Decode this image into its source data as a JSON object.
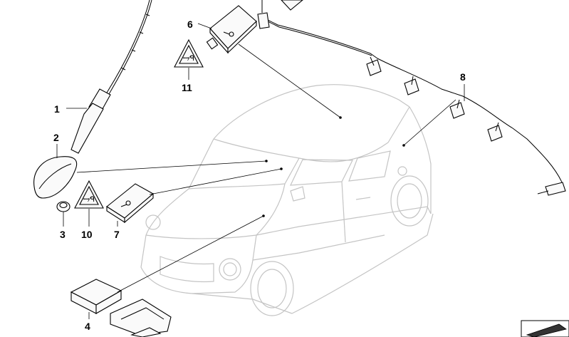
{
  "callouts": [
    {
      "id": "1",
      "label": "1"
    },
    {
      "id": "2",
      "label": "2"
    },
    {
      "id": "3",
      "label": "3"
    },
    {
      "id": "4",
      "label": "4"
    },
    {
      "id": "6",
      "label": "6"
    },
    {
      "id": "7",
      "label": "7"
    },
    {
      "id": "8",
      "label": "8"
    },
    {
      "id": "10",
      "label": "10"
    },
    {
      "id": "11",
      "label": "11"
    }
  ],
  "colors": {
    "part_stroke": "#000000",
    "car_outline": "#c4c4c4",
    "background": "#ffffff"
  },
  "icons": {
    "warning_triangle": "triangle-warning-label-icon",
    "page_corner": "page-corner-arrow-icon"
  }
}
